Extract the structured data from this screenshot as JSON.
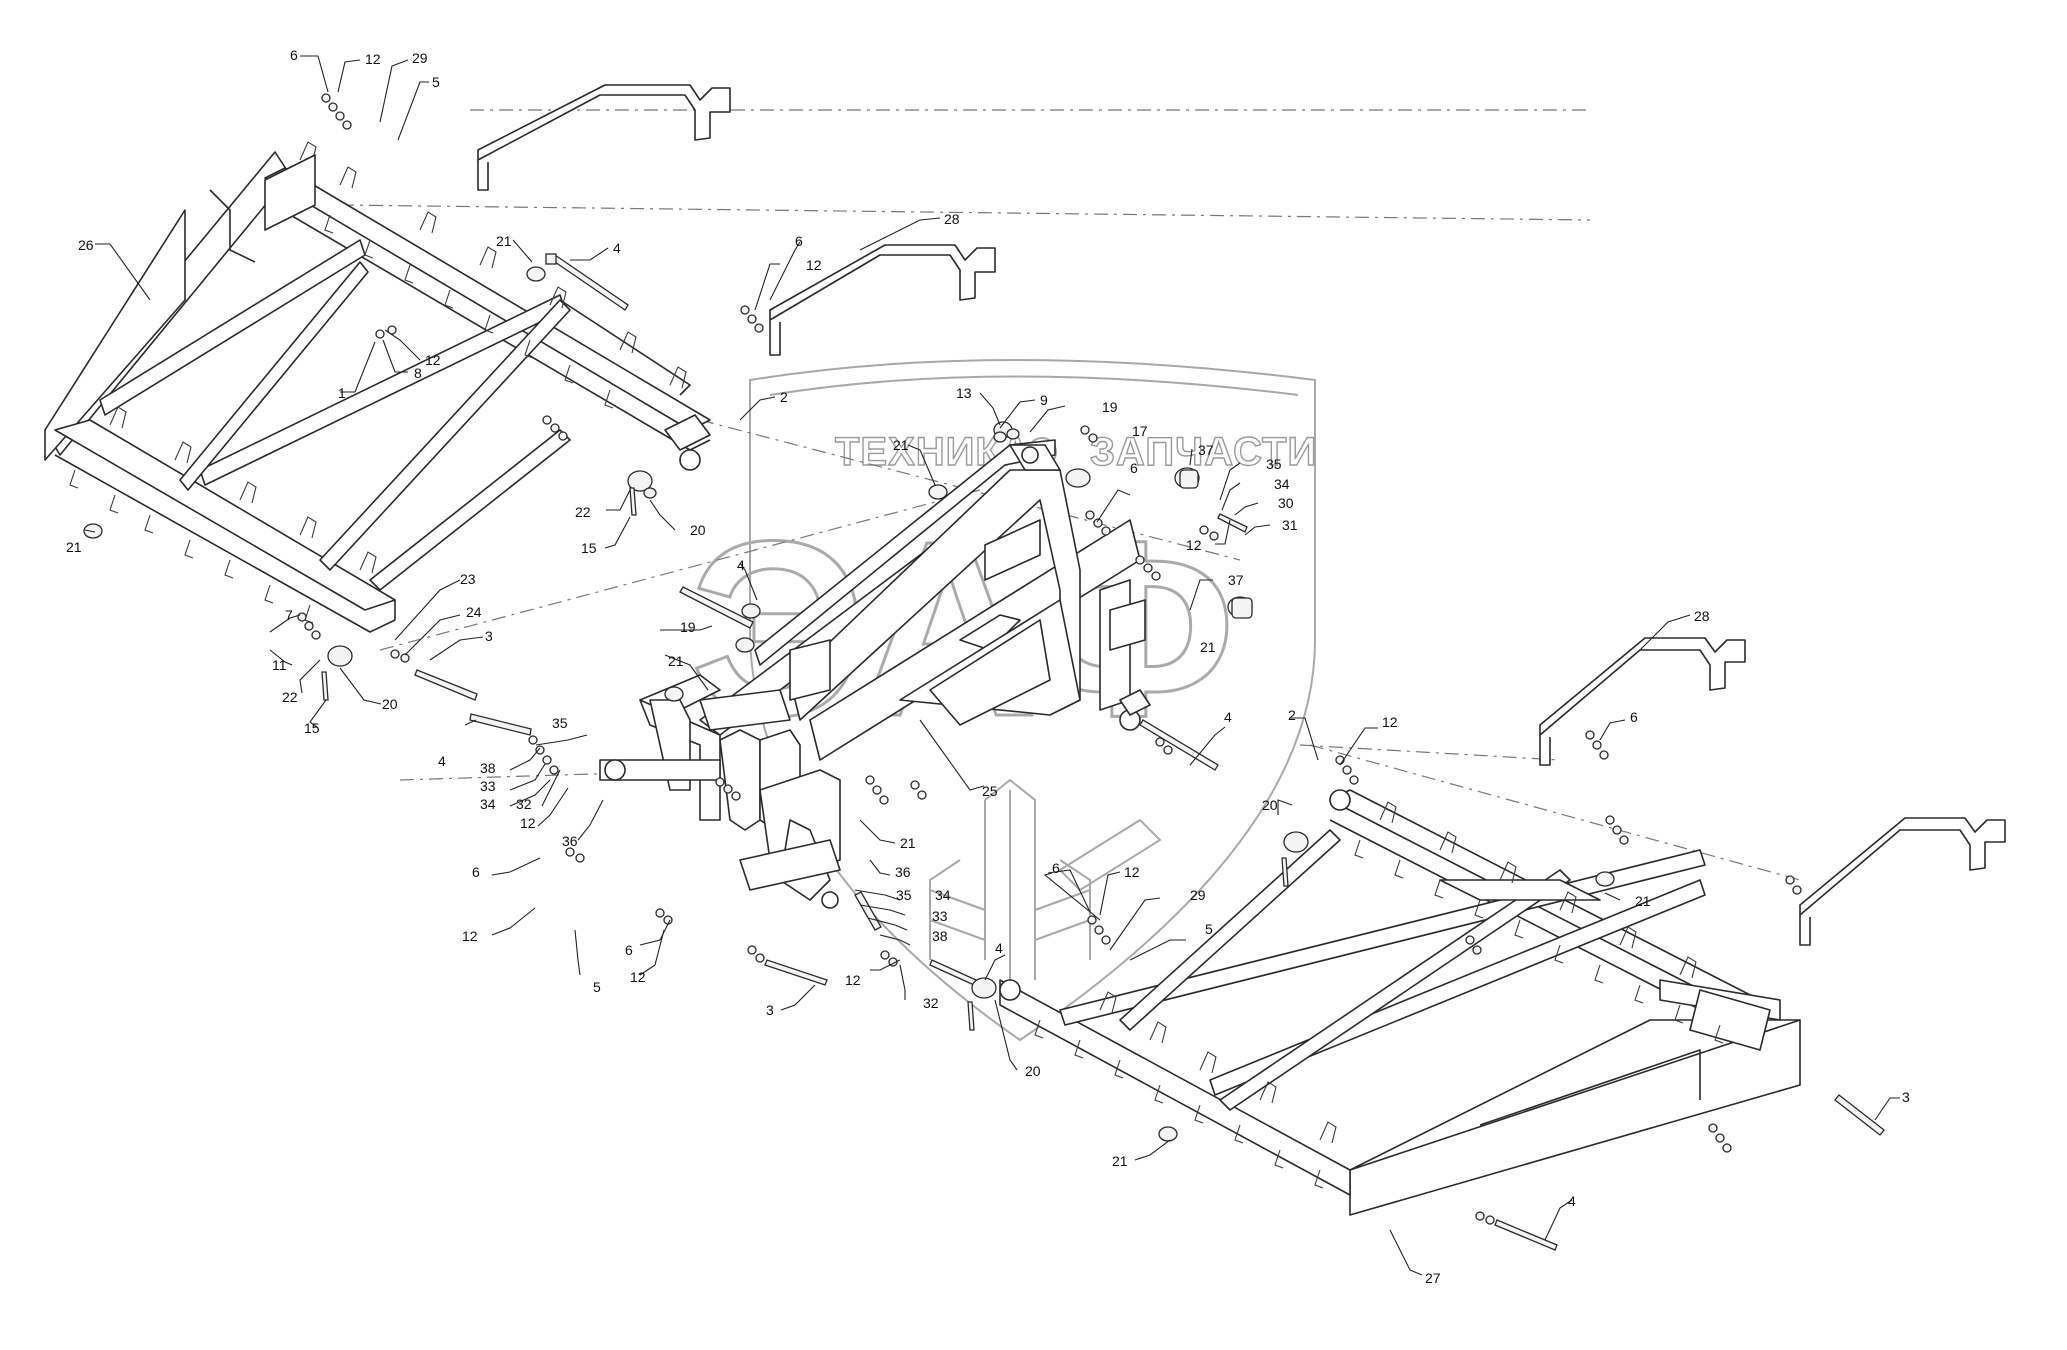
{
  "watermark": {
    "left_word": "ТЕХНИКА",
    "right_word": "ЗАПЧАСТИ",
    "emblem_letters": "ЭАФ"
  },
  "callouts": [
    {
      "id": "c6a",
      "text": "6"
    },
    {
      "id": "c12a",
      "text": "12"
    },
    {
      "id": "c29a",
      "text": "29"
    },
    {
      "id": "c5a",
      "text": "5"
    },
    {
      "id": "c26",
      "text": "26"
    },
    {
      "id": "c21a",
      "text": "21"
    },
    {
      "id": "c4a",
      "text": "4"
    },
    {
      "id": "c6b",
      "text": "6"
    },
    {
      "id": "c12b",
      "text": "12"
    },
    {
      "id": "c28a",
      "text": "28"
    },
    {
      "id": "c12c",
      "text": "12"
    },
    {
      "id": "c1",
      "text": "1"
    },
    {
      "id": "c8",
      "text": "8"
    },
    {
      "id": "c2a",
      "text": "2"
    },
    {
      "id": "c13",
      "text": "13"
    },
    {
      "id": "c9",
      "text": "9"
    },
    {
      "id": "c19a",
      "text": "19"
    },
    {
      "id": "c17",
      "text": "17"
    },
    {
      "id": "c21b",
      "text": "21"
    },
    {
      "id": "c6c",
      "text": "6"
    },
    {
      "id": "c37a",
      "text": "37"
    },
    {
      "id": "c35a",
      "text": "35"
    },
    {
      "id": "c34a",
      "text": "34"
    },
    {
      "id": "c30",
      "text": "30"
    },
    {
      "id": "c12d",
      "text": "12"
    },
    {
      "id": "c31",
      "text": "31"
    },
    {
      "id": "c22a",
      "text": "22"
    },
    {
      "id": "c15a",
      "text": "15"
    },
    {
      "id": "c20a",
      "text": "20"
    },
    {
      "id": "c21c",
      "text": "21"
    },
    {
      "id": "c4b",
      "text": "4"
    },
    {
      "id": "c37b",
      "text": "37"
    },
    {
      "id": "c19b",
      "text": "19"
    },
    {
      "id": "c21d",
      "text": "21"
    },
    {
      "id": "c23",
      "text": "23"
    },
    {
      "id": "c24",
      "text": "24"
    },
    {
      "id": "c3a",
      "text": "3"
    },
    {
      "id": "c7",
      "text": "7"
    },
    {
      "id": "c11",
      "text": "11"
    },
    {
      "id": "c22b",
      "text": "22"
    },
    {
      "id": "c15b",
      "text": "15"
    },
    {
      "id": "c20b",
      "text": "20"
    },
    {
      "id": "c21e",
      "text": "21"
    },
    {
      "id": "c28b",
      "text": "28"
    },
    {
      "id": "c2b",
      "text": "2"
    },
    {
      "id": "c12e",
      "text": "12"
    },
    {
      "id": "c6d",
      "text": "6"
    },
    {
      "id": "c4c",
      "text": "4"
    },
    {
      "id": "c35b",
      "text": "35"
    },
    {
      "id": "c4d",
      "text": "4"
    },
    {
      "id": "c38a",
      "text": "38"
    },
    {
      "id": "c33a",
      "text": "33"
    },
    {
      "id": "c34b",
      "text": "34"
    },
    {
      "id": "c32a",
      "text": "32"
    },
    {
      "id": "c12f",
      "text": "12"
    },
    {
      "id": "c36a",
      "text": "36"
    },
    {
      "id": "c25",
      "text": "25"
    },
    {
      "id": "c20c",
      "text": "20"
    },
    {
      "id": "c21f",
      "text": "21"
    },
    {
      "id": "c21g",
      "text": "21"
    },
    {
      "id": "c6e",
      "text": "6"
    },
    {
      "id": "c12g",
      "text": "12"
    },
    {
      "id": "c5b",
      "text": "5"
    },
    {
      "id": "c6f",
      "text": "6"
    },
    {
      "id": "c12h",
      "text": "12"
    },
    {
      "id": "c36b",
      "text": "36"
    },
    {
      "id": "c34c",
      "text": "34"
    },
    {
      "id": "c35c",
      "text": "35"
    },
    {
      "id": "c33b",
      "text": "33"
    },
    {
      "id": "c38b",
      "text": "38"
    },
    {
      "id": "c6g",
      "text": "6"
    },
    {
      "id": "c12i",
      "text": "12"
    },
    {
      "id": "c29b",
      "text": "29"
    },
    {
      "id": "c5c",
      "text": "5"
    },
    {
      "id": "c12j",
      "text": "12"
    },
    {
      "id": "c4e",
      "text": "4"
    },
    {
      "id": "c32b",
      "text": "32"
    },
    {
      "id": "c3b",
      "text": "3"
    },
    {
      "id": "c20d",
      "text": "20"
    },
    {
      "id": "c21h",
      "text": "21"
    },
    {
      "id": "c3c",
      "text": "3"
    },
    {
      "id": "c4f",
      "text": "4"
    },
    {
      "id": "c27",
      "text": "27"
    }
  ]
}
